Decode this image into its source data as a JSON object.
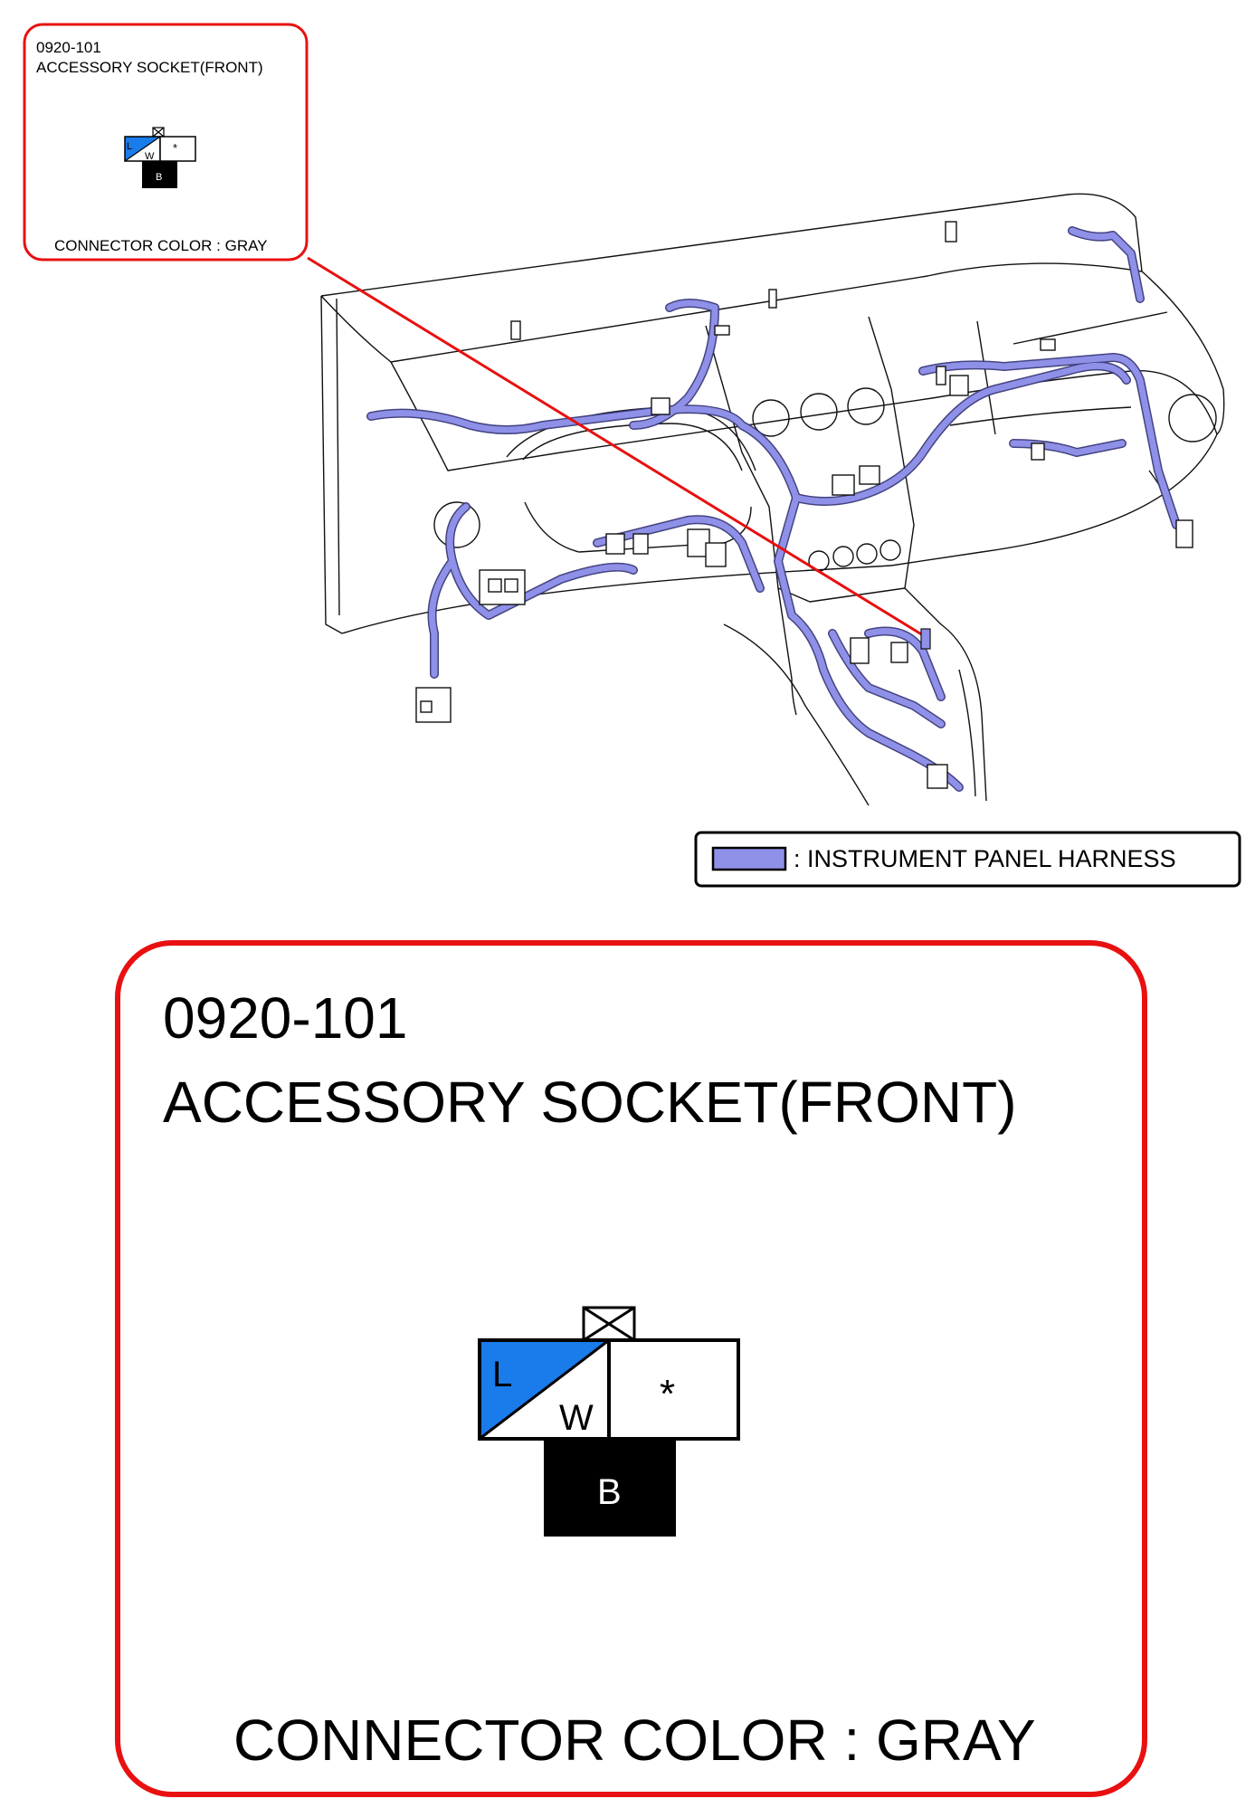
{
  "small_callout": {
    "code": "0920-101",
    "name": "ACCESSORY SOCKET(FRONT)",
    "color_label": "CONNECTOR COLOR : GRAY"
  },
  "large_callout": {
    "code": "0920-101",
    "name": "ACCESSORY SOCKET(FRONT)",
    "color_label": "CONNECTOR COLOR : GRAY"
  },
  "connector": {
    "pins": [
      {
        "wire": "L",
        "color": "#1a7bea"
      },
      {
        "wire": "W",
        "color": "#ffffff"
      },
      {
        "wire": "*",
        "color": "#ffffff"
      },
      {
        "wire": "B",
        "color": "#000000"
      }
    ]
  },
  "legend": {
    "label": ": INSTRUMENT PANEL HARNESS",
    "swatch_color": "#8f90e8"
  },
  "colors": {
    "callout_border": "#e81010",
    "leader_line": "#e81010",
    "harness": "#8f90e8"
  }
}
